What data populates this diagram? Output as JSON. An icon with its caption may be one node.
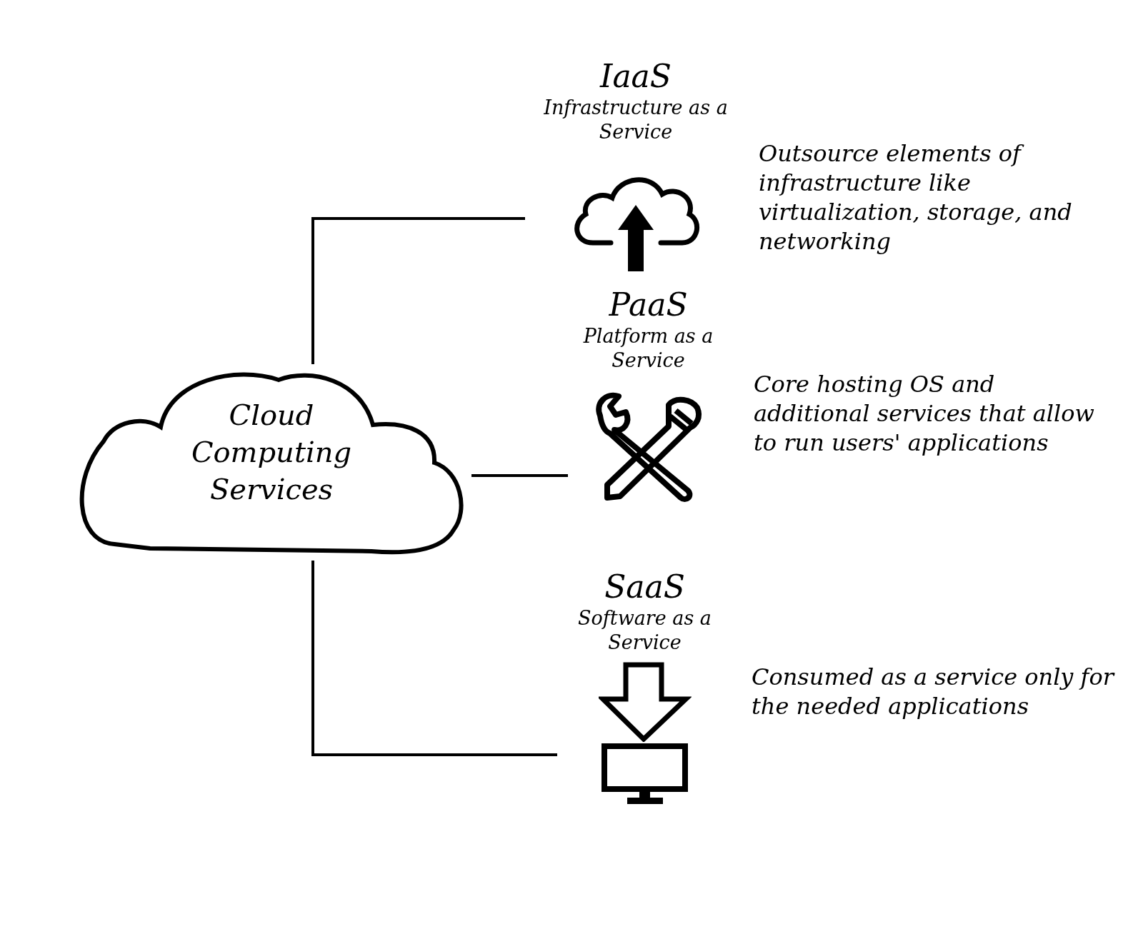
{
  "diagram": {
    "nodes": [
      {
        "text": [
          "Cloud Computing Services"
        ]
      },
      {
        "text": [
          "IaaS",
          "Infrastructure as a Service"
        ],
        "beside": [
          "Outsource elements of infrastructure like virtualization, storage, and networking"
        ]
      },
      {
        "text": [
          "PaaS",
          "Platform as a Service"
        ],
        "beside": [
          "Core hosting OS and additional services that allow to run users' applications"
        ]
      },
      {
        "text": [
          "SaaS",
          "Software as a Service"
        ],
        "beside": [
          "Consumed as a service only for the needed applications"
        ]
      }
    ],
    "edges": [
      {
        "from": 0,
        "to": 1,
        "arrow": "none"
      },
      {
        "from": 0,
        "to": 2,
        "arrow": "none"
      },
      {
        "from": 0,
        "to": 3,
        "arrow": "none"
      }
    ]
  }
}
